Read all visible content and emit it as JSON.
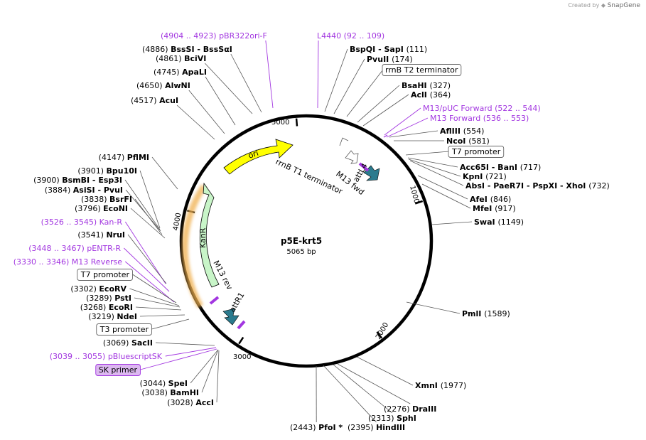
{
  "credit": {
    "prefix": "Created by",
    "brand": "SnapGene"
  },
  "plasmid": {
    "name": "p5E-krt5",
    "size": "5065 bp"
  },
  "ticks": [
    {
      "label": "5000",
      "bp": 5000
    },
    {
      "label": "1000",
      "bp": 1000
    },
    {
      "label": "2000",
      "bp": 2000
    },
    {
      "label": "3000",
      "bp": 3000
    },
    {
      "label": "4000",
      "bp": 4000
    }
  ],
  "colors": {
    "ori": "#ffff00",
    "kanr": "#c8f5c8",
    "kanr_glow": "#f0b050",
    "att": "#2b7b8e",
    "primer": "#a236e0",
    "outline": "#000000"
  },
  "features": [
    {
      "label": "ori",
      "kind": "ori"
    },
    {
      "label": "KanR",
      "kind": "kanr"
    },
    {
      "label": "rrnB T1 terminator",
      "kind": "term"
    },
    {
      "label": "M13 fwd",
      "kind": "primer"
    },
    {
      "label": "attL4",
      "kind": "att"
    },
    {
      "label": "M13 rev",
      "kind": "primer"
    },
    {
      "label": "attR1",
      "kind": "att"
    }
  ],
  "labels": {
    "top": [
      {
        "name": "pBR322ori-F",
        "pos": "(4904 .. 4923)",
        "kind": "primer",
        "layout": "pos-first"
      },
      {
        "name": "BssSI - BssSαI",
        "pos": "(4886)",
        "kind": "enzyme",
        "layout": "pos-first"
      },
      {
        "name": "BciVI",
        "pos": "(4861)",
        "kind": "enzyme",
        "layout": "pos-first"
      },
      {
        "name": "ApaLI",
        "pos": "(4745)",
        "kind": "enzyme",
        "layout": "pos-first"
      },
      {
        "name": "AlwNI",
        "pos": "(4650)",
        "kind": "enzyme",
        "layout": "pos-first"
      },
      {
        "name": "AcuI",
        "pos": "(4517)",
        "kind": "enzyme",
        "layout": "pos-first"
      },
      {
        "name": "L4440",
        "pos": "(92 .. 109)",
        "kind": "primer",
        "layout": "name-first"
      }
    ],
    "right": [
      {
        "name": "BspQI - SapI",
        "pos": "(111)",
        "kind": "enzyme"
      },
      {
        "name": "PvuII",
        "pos": "(174)",
        "kind": "enzyme"
      },
      {
        "name": "rrnB T2 terminator",
        "pos": "",
        "kind": "feature-box"
      },
      {
        "name": "BsaHI",
        "pos": "(327)",
        "kind": "enzyme"
      },
      {
        "name": "AclI",
        "pos": "(364)",
        "kind": "enzyme"
      },
      {
        "name": "M13/pUC Forward",
        "pos": "(522 .. 544)",
        "kind": "primer"
      },
      {
        "name": "M13 Forward",
        "pos": "(536 .. 553)",
        "kind": "primer"
      },
      {
        "name": "AflIII",
        "pos": "(554)",
        "kind": "enzyme"
      },
      {
        "name": "NcoI",
        "pos": "(581)",
        "kind": "enzyme"
      },
      {
        "name": "T7 promoter",
        "pos": "",
        "kind": "feature-box"
      },
      {
        "name": "Acc65I - BanI",
        "pos": "(717)",
        "kind": "enzyme"
      },
      {
        "name": "KpnI",
        "pos": "(721)",
        "kind": "enzyme"
      },
      {
        "name": "AbsI - PaeR7I - PspXI - XhoI",
        "pos": "(732)",
        "kind": "enzyme"
      },
      {
        "name": "AfeI",
        "pos": "(846)",
        "kind": "enzyme"
      },
      {
        "name": "MfeI",
        "pos": "(917)",
        "kind": "enzyme"
      },
      {
        "name": "SwaI",
        "pos": "(1149)",
        "kind": "enzyme"
      },
      {
        "name": "PmlI",
        "pos": "(1589)",
        "kind": "enzyme"
      },
      {
        "name": "XmnI",
        "pos": "(1977)",
        "kind": "enzyme"
      }
    ],
    "bottom": [
      {
        "name": "DraIII",
        "pos": "(2276)",
        "kind": "enzyme"
      },
      {
        "name": "SphI",
        "pos": "(2313)",
        "kind": "enzyme"
      },
      {
        "name": "HindIII",
        "pos": "(2395)",
        "kind": "enzyme"
      },
      {
        "name": "PfoI *",
        "pos": "(2443)",
        "kind": "enzyme"
      }
    ],
    "left": [
      {
        "name": "PflMI",
        "pos": "(4147)",
        "kind": "enzyme"
      },
      {
        "name": "Bpu10I",
        "pos": "(3901)",
        "kind": "enzyme"
      },
      {
        "name": "BsmBI - Esp3I",
        "pos": "(3900)",
        "kind": "enzyme"
      },
      {
        "name": "AsiSI - PvuI",
        "pos": "(3884)",
        "kind": "enzyme"
      },
      {
        "name": "BsrFI",
        "pos": "(3838)",
        "kind": "enzyme"
      },
      {
        "name": "EcoNI",
        "pos": "(3796)",
        "kind": "enzyme"
      },
      {
        "name": "Kan-R",
        "pos": "(3526 .. 3545)",
        "kind": "primer"
      },
      {
        "name": "NruI",
        "pos": "(3541)",
        "kind": "enzyme"
      },
      {
        "name": "pENTR-R",
        "pos": "(3448 .. 3467)",
        "kind": "primer"
      },
      {
        "name": "M13 Reverse",
        "pos": "(3330 .. 3346)",
        "kind": "primer"
      },
      {
        "name": "T7 promoter",
        "pos": "",
        "kind": "feature-box"
      },
      {
        "name": "EcoRV",
        "pos": "(3302)",
        "kind": "enzyme"
      },
      {
        "name": "PstI",
        "pos": "(3289)",
        "kind": "enzyme"
      },
      {
        "name": "EcoRI",
        "pos": "(3268)",
        "kind": "enzyme"
      },
      {
        "name": "NdeI",
        "pos": "(3219)",
        "kind": "enzyme"
      },
      {
        "name": "T3 promoter",
        "pos": "",
        "kind": "feature-box"
      },
      {
        "name": "SacII",
        "pos": "(3069)",
        "kind": "enzyme"
      },
      {
        "name": "pBluescriptSK",
        "pos": "(3039 .. 3055)",
        "kind": "primer"
      },
      {
        "name": "SK primer",
        "pos": "",
        "kind": "primer-box"
      },
      {
        "name": "SpeI",
        "pos": "(3044)",
        "kind": "enzyme"
      },
      {
        "name": "BamHI",
        "pos": "(3038)",
        "kind": "enzyme"
      },
      {
        "name": "AccI",
        "pos": "(3028)",
        "kind": "enzyme"
      }
    ]
  }
}
